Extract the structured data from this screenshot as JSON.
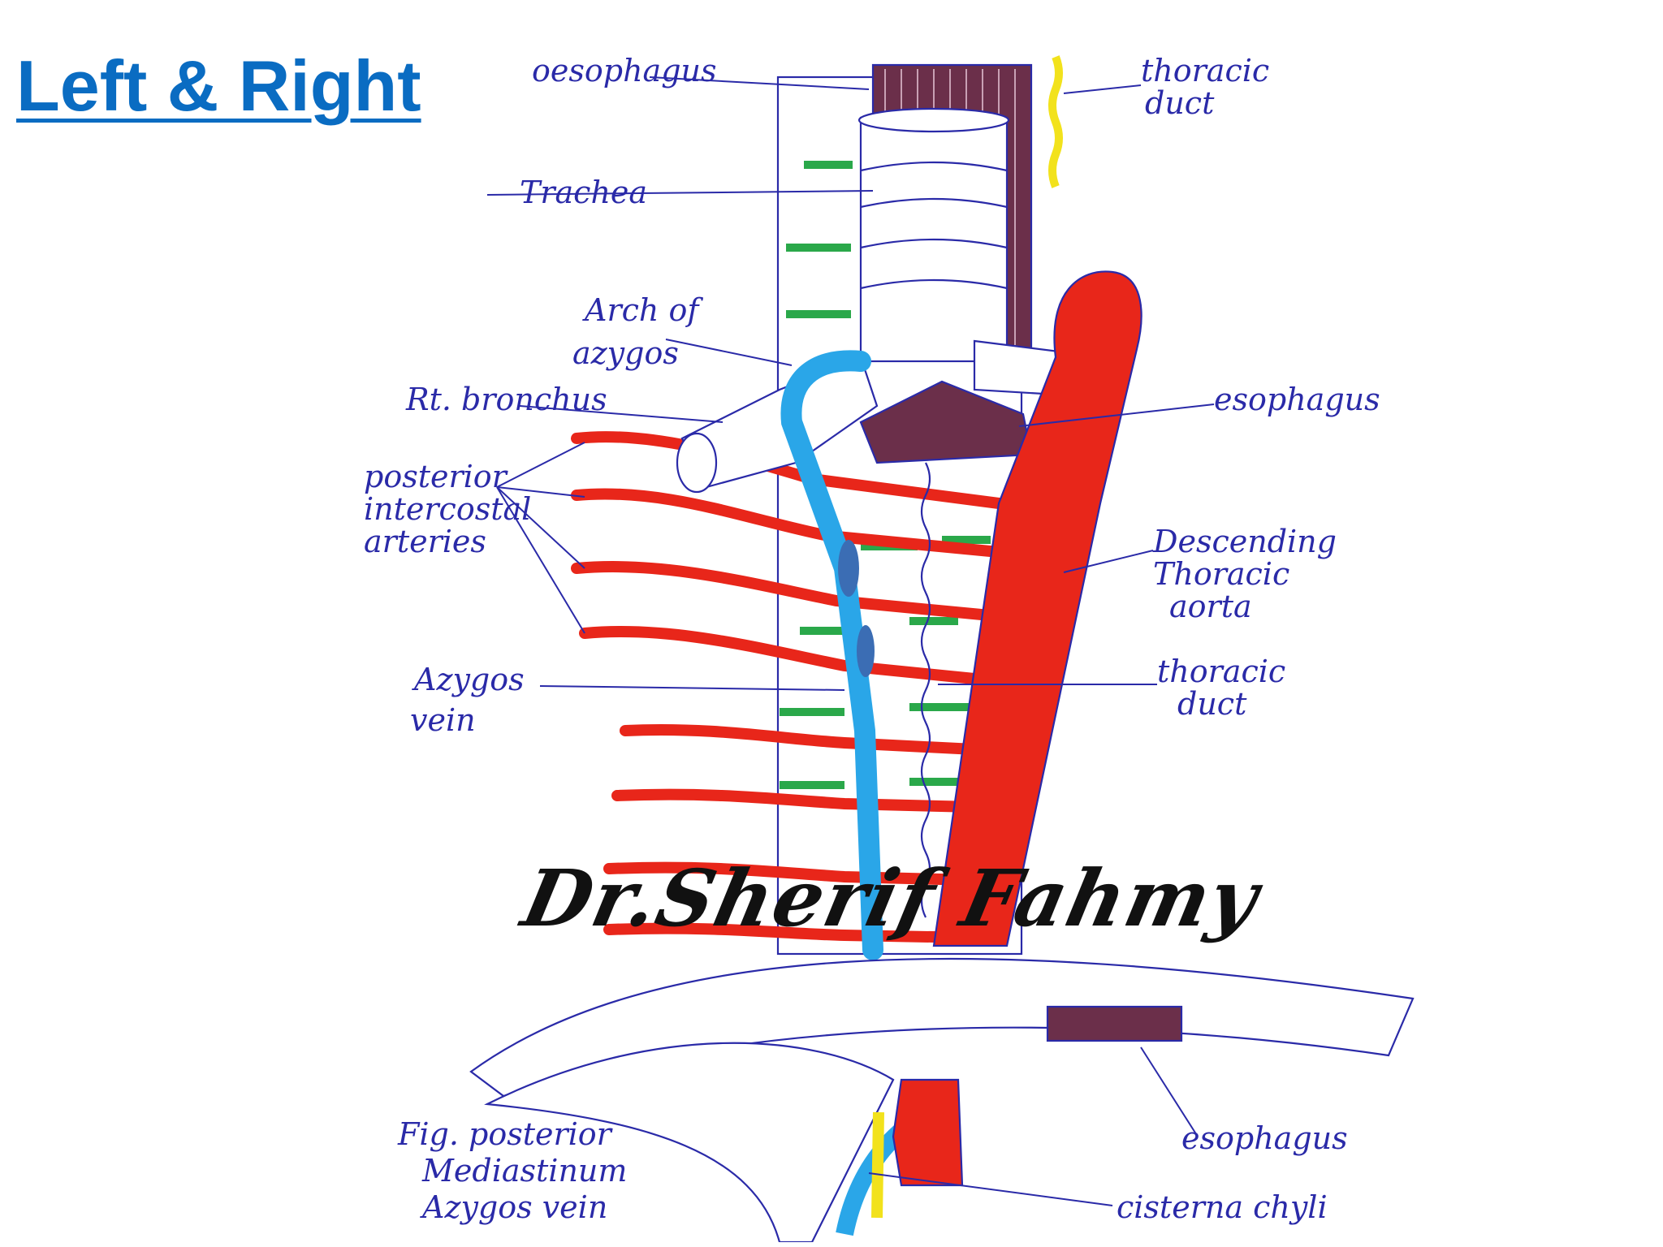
{
  "slide": {
    "title": "Left & Right"
  },
  "labels": {
    "oesophagus_top": "oesophagus",
    "thoracic_duct_top_1": "thoracic",
    "thoracic_duct_top_2": "duct",
    "trachea": "Trachea",
    "arch_azygos_1": "Arch of",
    "arch_azygos_2": "azygos",
    "rt_bronchus": "Rt. bronchus",
    "esophagus_mid": "esophagus",
    "posterior_intercostal_1": "posterior",
    "posterior_intercostal_2": "intercostal",
    "posterior_intercostal_3": "arteries",
    "descending_aorta_1": "Descending",
    "descending_aorta_2": "Thoracic",
    "descending_aorta_3": "aorta",
    "azygos_vein_1": "Azygos",
    "azygos_vein_2": "vein",
    "thoracic_duct_mid_1": "thoracic",
    "thoracic_duct_mid_2": "duct",
    "esophagus_low": "esophagus",
    "cisterna_chyli": "cisterna chyli",
    "fig_caption_1": "Fig. posterior",
    "fig_caption_2": "Mediastinum",
    "fig_caption_3": "Azygos vein"
  },
  "watermark": {
    "text": "Dr.Sherif Fahmy"
  },
  "colors": {
    "title": "#0a6cc2",
    "ink": "#2a2aa8",
    "artery": "#e8261a",
    "vein": "#2aa6e8",
    "duct": "#f2e21c",
    "esophagus": "#6b2f4a",
    "intercostal_band": "#2aa84a"
  }
}
